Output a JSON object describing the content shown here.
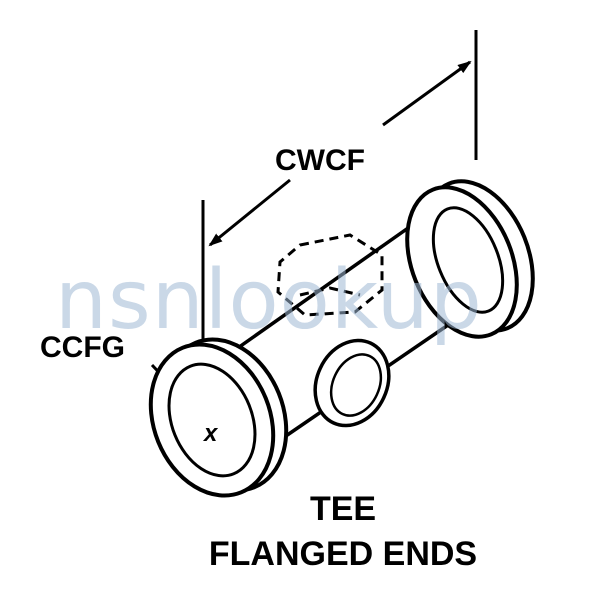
{
  "diagram": {
    "dimension_top": "CWCF",
    "dimension_left": "CCFG",
    "center_mark": "x",
    "title_line1": "TEE",
    "title_line2": "FLANGED ENDS",
    "watermark": "nsnlookup"
  },
  "colors": {
    "ink": "#000000",
    "background": "#ffffff",
    "watermark": "#9fb8d4"
  }
}
